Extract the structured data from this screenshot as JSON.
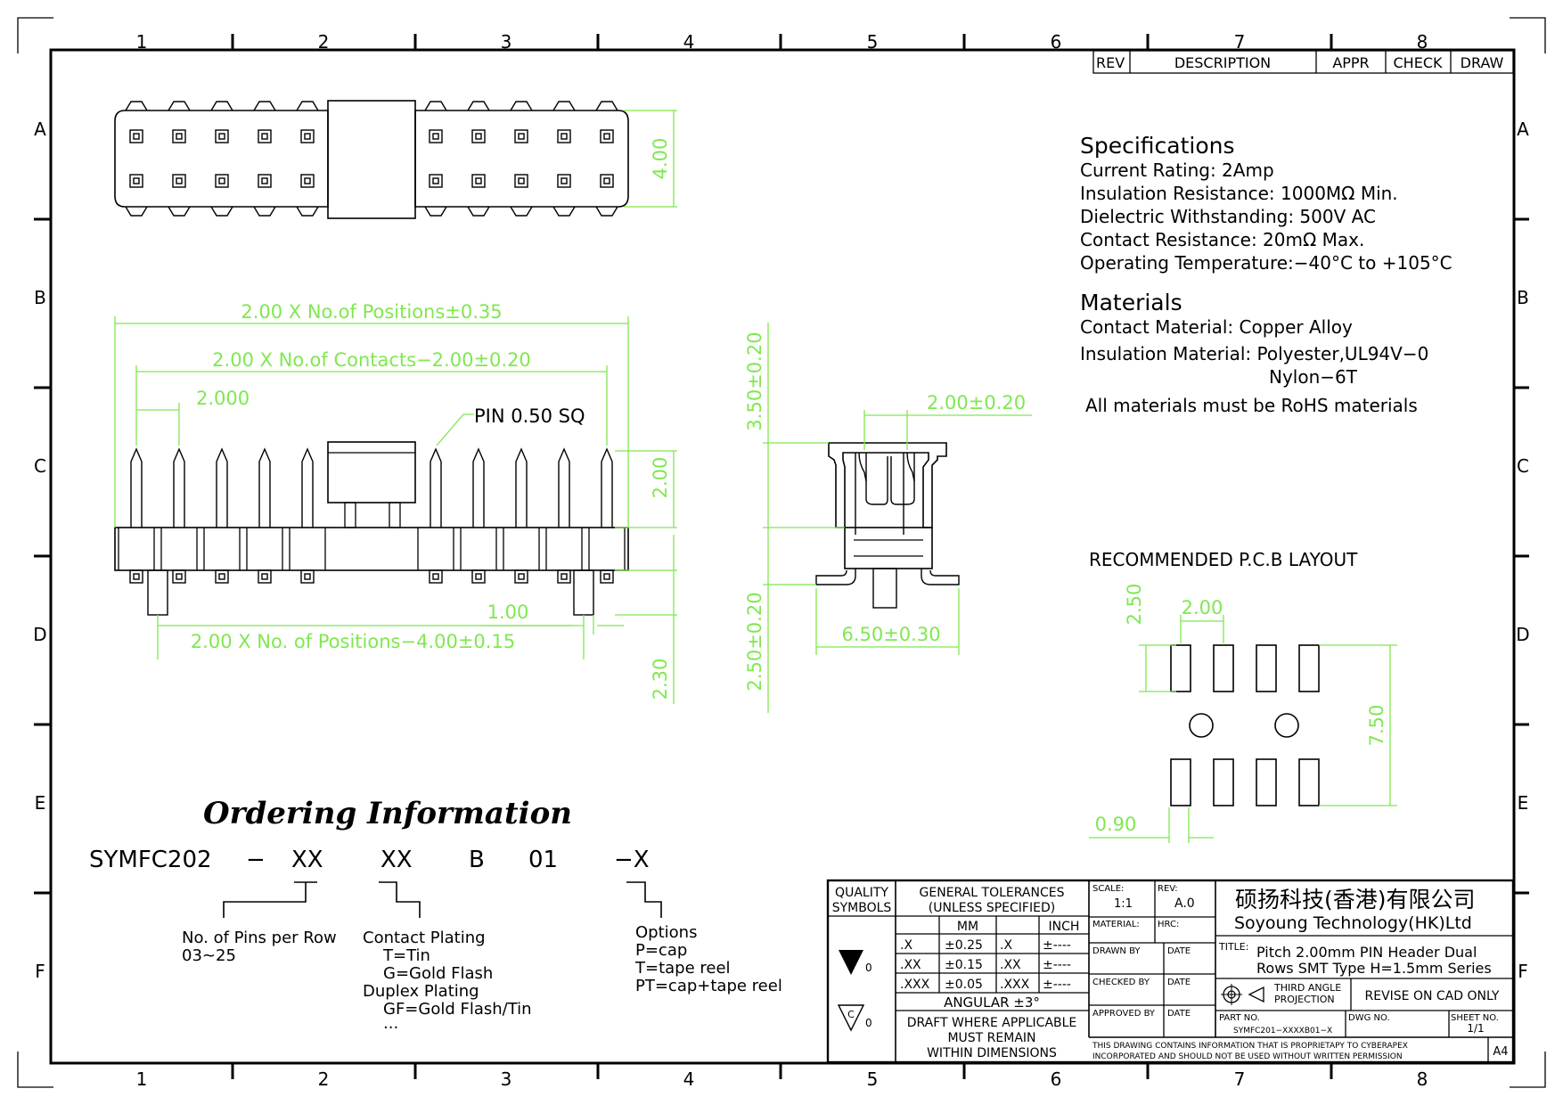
{
  "frame": {
    "col_numbers": [
      "1",
      "2",
      "3",
      "4",
      "5",
      "6",
      "7",
      "8"
    ],
    "row_letters": [
      "A",
      "B",
      "C",
      "D",
      "E",
      "F"
    ]
  },
  "revision_table": {
    "rev": "REV",
    "description": "DESCRIPTION",
    "appr": "APPR",
    "check": "CHECK",
    "draw": "DRAW"
  },
  "specifications": {
    "heading": "Specifications",
    "lines": [
      "Current  Rating:    2Amp",
      "Insulation  Resistance:  1000MΩ  Min.",
      "Dielectric  Withstanding:    500V  AC",
      "Contact  Resistance:    20mΩ  Max.",
      "Operating  Temperature:−40°C  to  +105°C"
    ]
  },
  "materials": {
    "heading": "Materials",
    "lines": [
      "Contact  Material:  Copper  Alloy",
      "Insulation  Material:  Polyester,UL94V−0",
      "Nylon−6T",
      "All  materials  must  be  RoHS  materials"
    ]
  },
  "dimensions": {
    "top_height": "4.00",
    "positions": "2.00  X  No.of  Positions±0.35",
    "contacts": "2.00  X  No.of  Contacts−2.00±0.20",
    "pitch": "2.000",
    "pin": "PIN  0.50  SQ",
    "pin_height": "2.00",
    "peg_spacing": "2.00  X  No.  of  Positions−4.00±0.15",
    "peg_width": "1.00",
    "peg_height": "2.30",
    "side_upper": "3.50±0.20",
    "side_lower": "2.50±0.20",
    "side_pitch": "2.00±0.20",
    "side_width": "6.50±0.30"
  },
  "pcb": {
    "title": "RECOMMENDED  P.C.B  LAYOUT",
    "pad_len": "2.50",
    "pitch": "2.00",
    "span": "7.50",
    "pad_w": "0.90"
  },
  "ordering": {
    "title": "Ordering Information",
    "code": [
      "SYMFC202",
      "−",
      "XX",
      "XX",
      "B",
      "01",
      "−X"
    ],
    "pins_label": "No.  of  Pins  per  Row",
    "pins_range": "03∼25",
    "plating_label": "Contact  Plating",
    "plating_options": [
      "T=Tin",
      "G=Gold  Flash",
      "Duplex  Plating",
      "GF=Gold  Flash/Tin",
      "..."
    ],
    "options_label": "Options",
    "options": [
      "P=cap",
      "T=tape  reel",
      "PT=cap+tape  reel"
    ]
  },
  "title_block": {
    "quality_symbols": [
      "QUALITY",
      "SYMBOLS"
    ],
    "general_tol": [
      "GENERAL  TOLERANCES",
      "(UNLESS  SPECIFIED)"
    ],
    "mm": "MM",
    "inch": "INCH",
    "tol_rows": [
      [
        ".X",
        "±0.25",
        ".X",
        "±----"
      ],
      [
        ".XX",
        "±0.15",
        ".XX",
        "±----"
      ],
      [
        ".XXX",
        "±0.05",
        ".XXX",
        "±----"
      ]
    ],
    "angular": "ANGULAR  ±3°",
    "draft": [
      "DRAFT  WHERE  APPLICABLE",
      "MUST  REMAIN",
      "WITHIN  DIMENSIONS"
    ],
    "sym_labels": [
      "0",
      "0"
    ],
    "sym_c": "C",
    "scale_label": "SCALE:",
    "scale": "1:1",
    "rev_label": "REV:",
    "rev": "A.0",
    "material_label": "MATERIAL:",
    "hrc_label": "HRC:",
    "drawn_by": "DRAWN  BY",
    "checked_by": "CHECKED  BY",
    "approved_by": "APPROVED  BY",
    "date": "DATE",
    "company_cn": "硕扬科技(香港)有限公司",
    "company_en": "Soyoung  Technology(HK)Ltd",
    "title_label": "TITLE:",
    "title_lines": [
      "Pitch  2.00mm  PIN  Header  Dual",
      "Rows  SMT  Type  H=1.5mm  Series"
    ],
    "projection": [
      "THIRD  ANGLE",
      "PROJECTION"
    ],
    "revise": "REVISE  ON  CAD  ONLY",
    "part_no_label": "PART  NO.",
    "part_no": "SYMFC201−XXXXB01−X",
    "dwg_no_label": "DWG  NO.",
    "sheet_label": "SHEET  NO.",
    "sheet": "1/1",
    "notice": [
      "THIS  DRAWING  CONTAINS  INFORMATION  THAT  IS  PROPRIETAPY  TO  CYBERAPEX",
      "INCORPORATED  AND  SHOULD  NOT  BE  USED  WITHOUT  WRITTEN  PERMISSION"
    ],
    "size": "A4"
  }
}
